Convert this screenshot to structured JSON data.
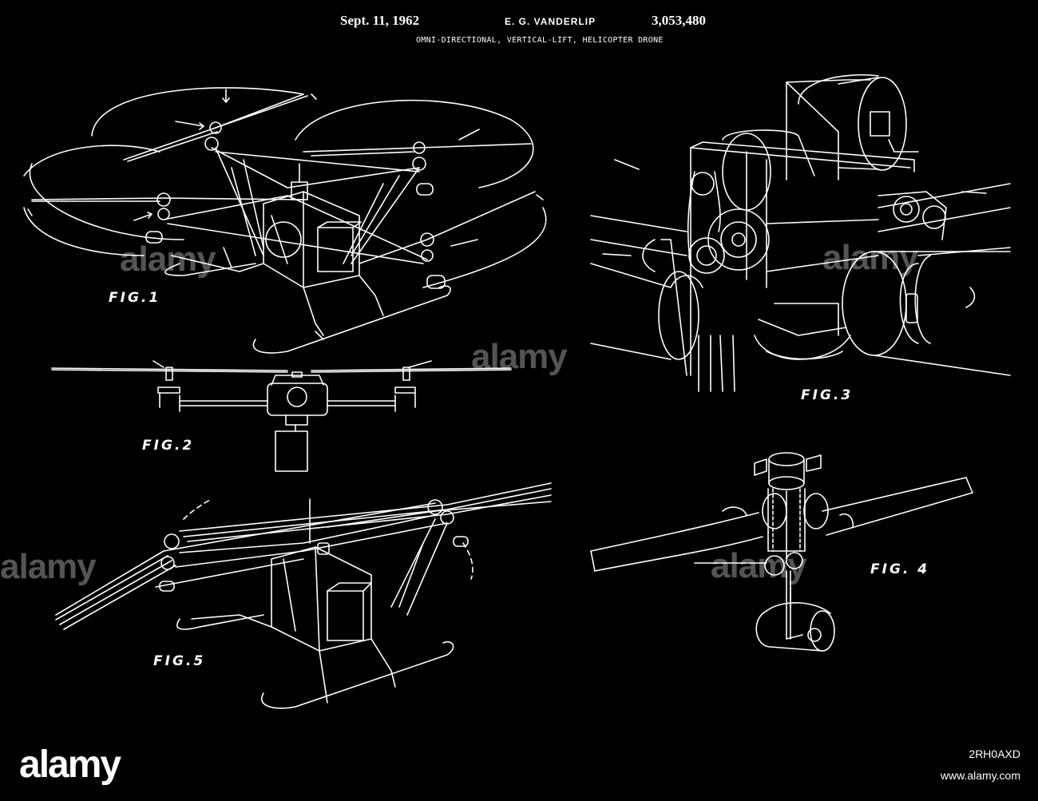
{
  "header": {
    "date": "Sept. 11, 1962",
    "inventor": "E. G. VANDERLIP",
    "patent_number": "3,053,480",
    "title": "OMNI-DIRECTIONAL, VERTICAL-LIFT, HELICOPTER DRONE"
  },
  "figures": {
    "fig1": "FIG.1",
    "fig2": "FIG.2",
    "fig3": "FIG.3",
    "fig4": "FIG. 4",
    "fig5": "FIG.5"
  },
  "watermark": {
    "brand": "alamy",
    "image_id": "2RH0AXD",
    "site": "www.alamy.com"
  },
  "colors": {
    "background": "#000000",
    "line": "#ffffff"
  }
}
